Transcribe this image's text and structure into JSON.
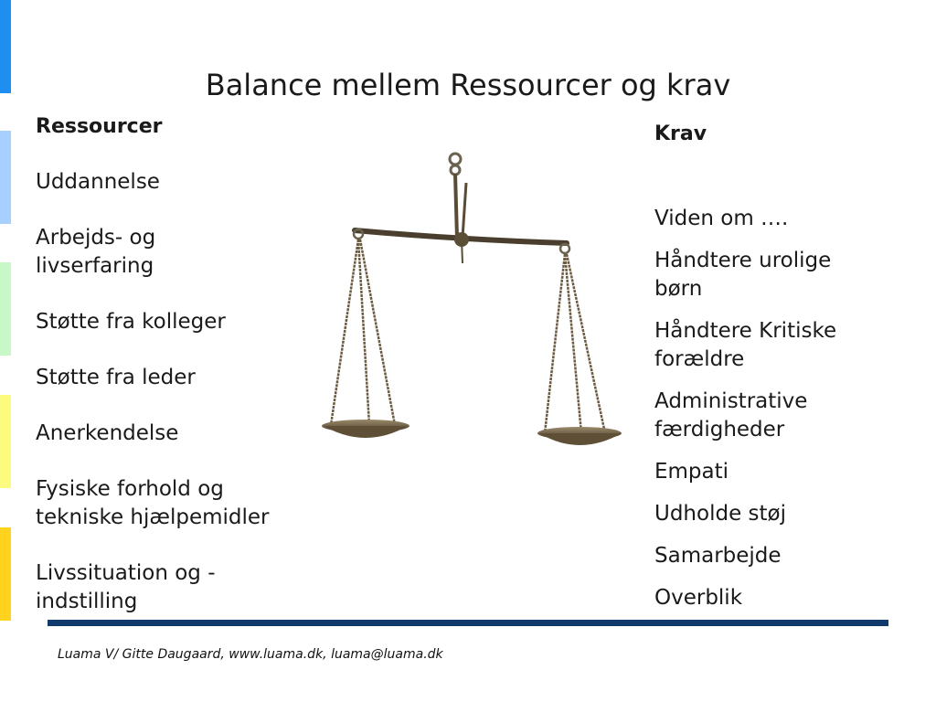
{
  "slide": {
    "title": "Balance mellem Ressourcer og krav",
    "footer": "Luama V/ Gitte Daugaard, www.luama.dk, luama@luama.dk",
    "rule_color": "#0f3a6b",
    "stripe_colors": [
      "#1e8ff0",
      "#a8d0ff",
      "#c8f7c8",
      "#fbfb80",
      "#ffd21e"
    ]
  },
  "resources": {
    "heading": "Ressourcer",
    "items": [
      "Uddannelse",
      "Arbejds- og livserfaring",
      "Støtte fra kolleger",
      "Støtte fra leder",
      "Anerkendelse",
      "Fysiske forhold og tekniske hjælpemidler",
      "Livssituation og -indstilling"
    ]
  },
  "demands": {
    "heading": "Krav",
    "items": [
      "Viden om ….",
      "Håndtere urolige børn",
      "Håndtere Kritiske forældre",
      "Administrative færdigheder",
      "Empati",
      "Udholde støj",
      "Samarbejde",
      "Overblik"
    ]
  },
  "illustration": {
    "icon": "balance-scale-icon"
  }
}
